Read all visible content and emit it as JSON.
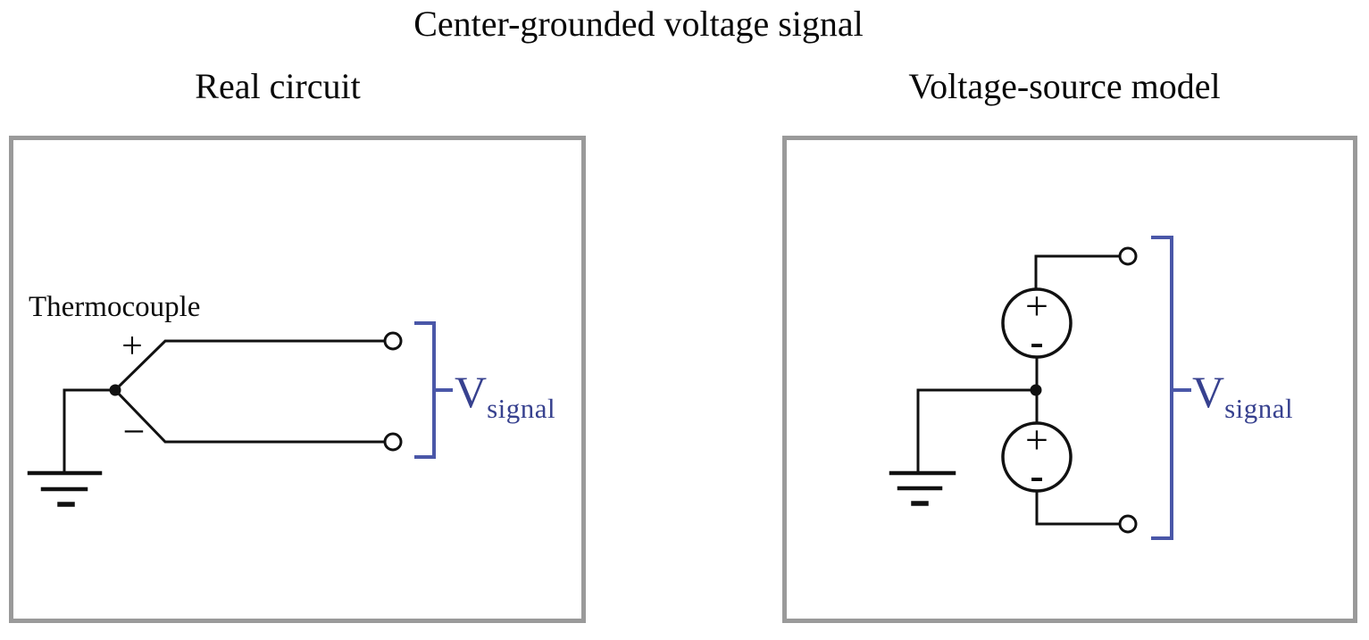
{
  "title": "Center-grounded voltage signal",
  "panels": {
    "left": {
      "heading": "Real circuit",
      "component_label": "Thermocouple",
      "plus": "+",
      "minus": "−",
      "vsignal": {
        "base": "V",
        "sub": "signal"
      }
    },
    "right": {
      "heading": "Voltage-source model",
      "top_source": {
        "plus": "+",
        "minus": "-"
      },
      "bottom_source": {
        "plus": "+",
        "minus": "-"
      },
      "vsignal": {
        "base": "V",
        "sub": "signal"
      }
    }
  },
  "colors": {
    "wire": "#111111",
    "accent_text_blue": "#37418f",
    "bracket_blue": "#4a57a8",
    "panel_border": "#9a9a9a",
    "background": "#ffffff"
  }
}
